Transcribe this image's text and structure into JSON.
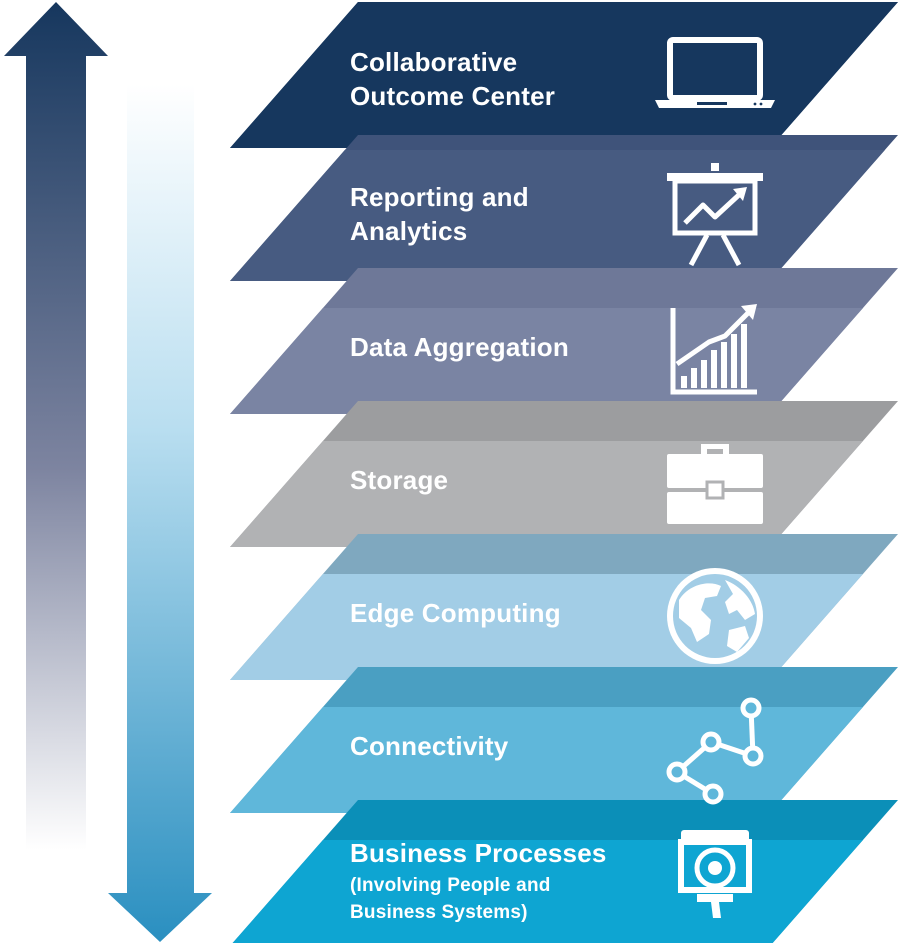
{
  "colors": {
    "up_arrow_top": "#16375e",
    "up_arrow_bottom": "#ffffff",
    "down_arrow_top": "#ffffff",
    "down_arrow_bottom": "#2a8fc0",
    "icon_stroke": "#ffffff"
  },
  "layers": [
    {
      "id": "collaborative-outcome-center",
      "lines": [
        "Collaborative",
        "Outcome Center"
      ],
      "sub": [],
      "icon": "laptop-icon",
      "color": "#16375e",
      "back_color": "#16375e"
    },
    {
      "id": "reporting-and-analytics",
      "lines": [
        "Reporting and",
        "Analytics"
      ],
      "sub": [],
      "icon": "presentation-chart-icon",
      "color": "#475b81",
      "back_color": "#3f537a"
    },
    {
      "id": "data-aggregation",
      "lines": [
        "Data Aggregation"
      ],
      "sub": [],
      "icon": "bar-chart-growth-icon",
      "color": "#7a84a3",
      "back_color": "#6e7898"
    },
    {
      "id": "storage",
      "lines": [
        "Storage"
      ],
      "sub": [],
      "icon": "briefcase-icon",
      "color": "#b1b2b4",
      "back_color": "#9c9d9f"
    },
    {
      "id": "edge-computing",
      "lines": [
        "Edge Computing"
      ],
      "sub": [],
      "icon": "globe-icon",
      "color": "#a2cde6",
      "back_color": "#7fa8bf"
    },
    {
      "id": "connectivity",
      "lines": [
        "Connectivity"
      ],
      "sub": [],
      "icon": "network-nodes-icon",
      "color": "#5fb7da",
      "back_color": "#4a9fc2"
    },
    {
      "id": "business-processes",
      "lines": [
        "Business Processes"
      ],
      "sub": [
        "(Involving People and",
        "Business Systems)"
      ],
      "icon": "camera-device-icon",
      "color": "#0ea5d2",
      "back_color": "#0b8fb8"
    }
  ]
}
